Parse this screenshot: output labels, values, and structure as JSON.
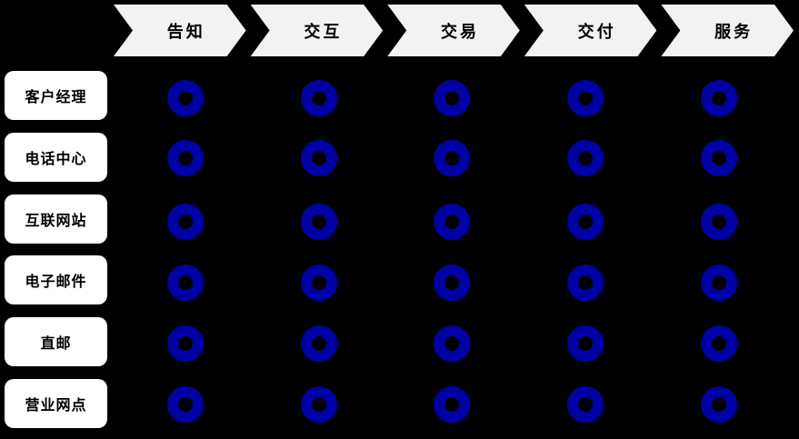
{
  "diagram": {
    "type": "channel-stage-matrix",
    "stages": [
      "告知",
      "交互",
      "交易",
      "交付",
      "服务"
    ],
    "channels": [
      "客户经理",
      "电话中心",
      "互联网站",
      "电子邮件",
      "直邮",
      "营业网点"
    ],
    "matrix": [
      [
        1,
        1,
        1,
        1,
        1
      ],
      [
        1,
        1,
        1,
        1,
        1
      ],
      [
        1,
        1,
        1,
        1,
        1
      ],
      [
        1,
        1,
        1,
        1,
        1
      ],
      [
        1,
        1,
        1,
        1,
        1
      ],
      [
        1,
        1,
        1,
        1,
        1
      ]
    ],
    "marker": "donut-ring",
    "colors": {
      "background": "#000000",
      "arrow_fill": "#F2F2F2",
      "channel_box_fill": "#FFFFFF",
      "marker_fill": "#0000A5",
      "text": "#000000"
    }
  }
}
